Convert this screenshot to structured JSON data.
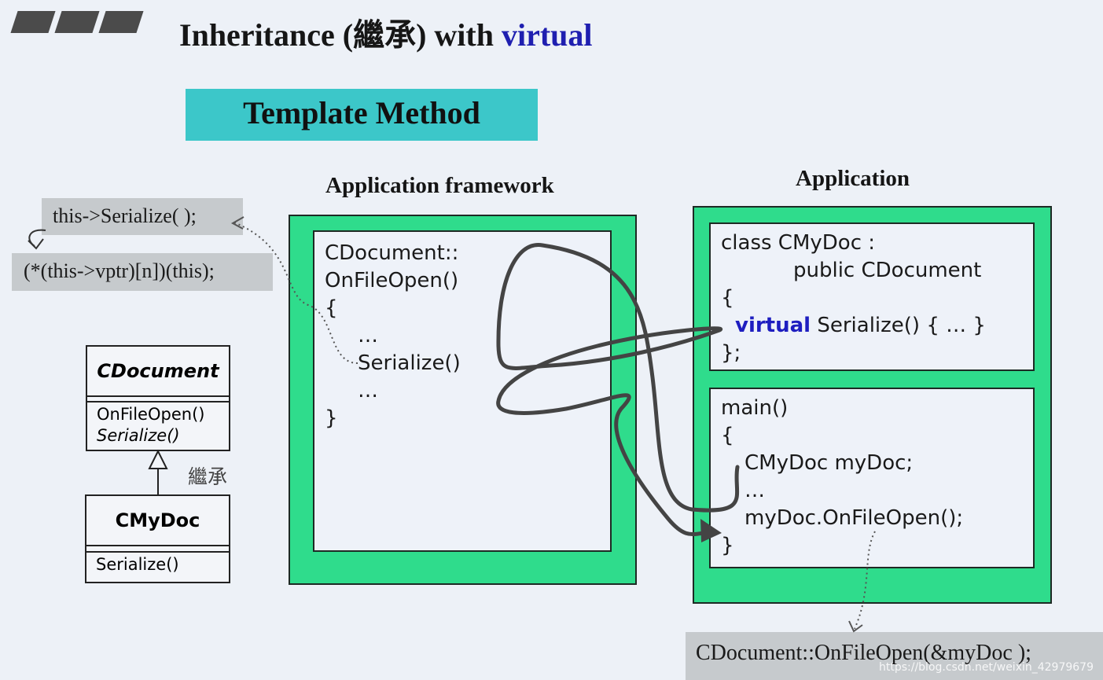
{
  "title": {
    "prefix": "Inheritance (繼承) with ",
    "keyword": "virtual"
  },
  "template_method": "Template Method",
  "headings": {
    "framework": "Application framework",
    "application": "Application"
  },
  "framework_code": {
    "line1": "CDocument::",
    "line2": "OnFileOpen()",
    "line3": "{",
    "line4": "…",
    "line5": "Serialize()",
    "line6": "…",
    "line7": "}"
  },
  "app_class_code": {
    "line1": "class CMyDoc :",
    "line2": "public CDocument",
    "line3": "{",
    "virtual_kw": "virtual",
    "line4_rest": " Serialize() { … }",
    "line5": "};"
  },
  "app_main_code": {
    "line1": "main()",
    "line2": "{",
    "line3": "CMyDoc myDoc;",
    "line4": "…",
    "line5": "myDoc.OnFileOpen();",
    "line6": "}"
  },
  "call_notes": {
    "this_serialize": "this->Serialize( );",
    "vptr_call": "(*(this->vptr)[n])(this);",
    "onfileopen_call": "CDocument::OnFileOpen(&myDoc );"
  },
  "uml": {
    "base_name": "CDocument",
    "base_op1": "OnFileOpen()",
    "base_op2": "Serialize()",
    "inherit_label": "繼承",
    "derived_name": "CMyDoc",
    "derived_op1": "Serialize()"
  },
  "watermark": "https://blog.csdn.net/weixin_42979679"
}
